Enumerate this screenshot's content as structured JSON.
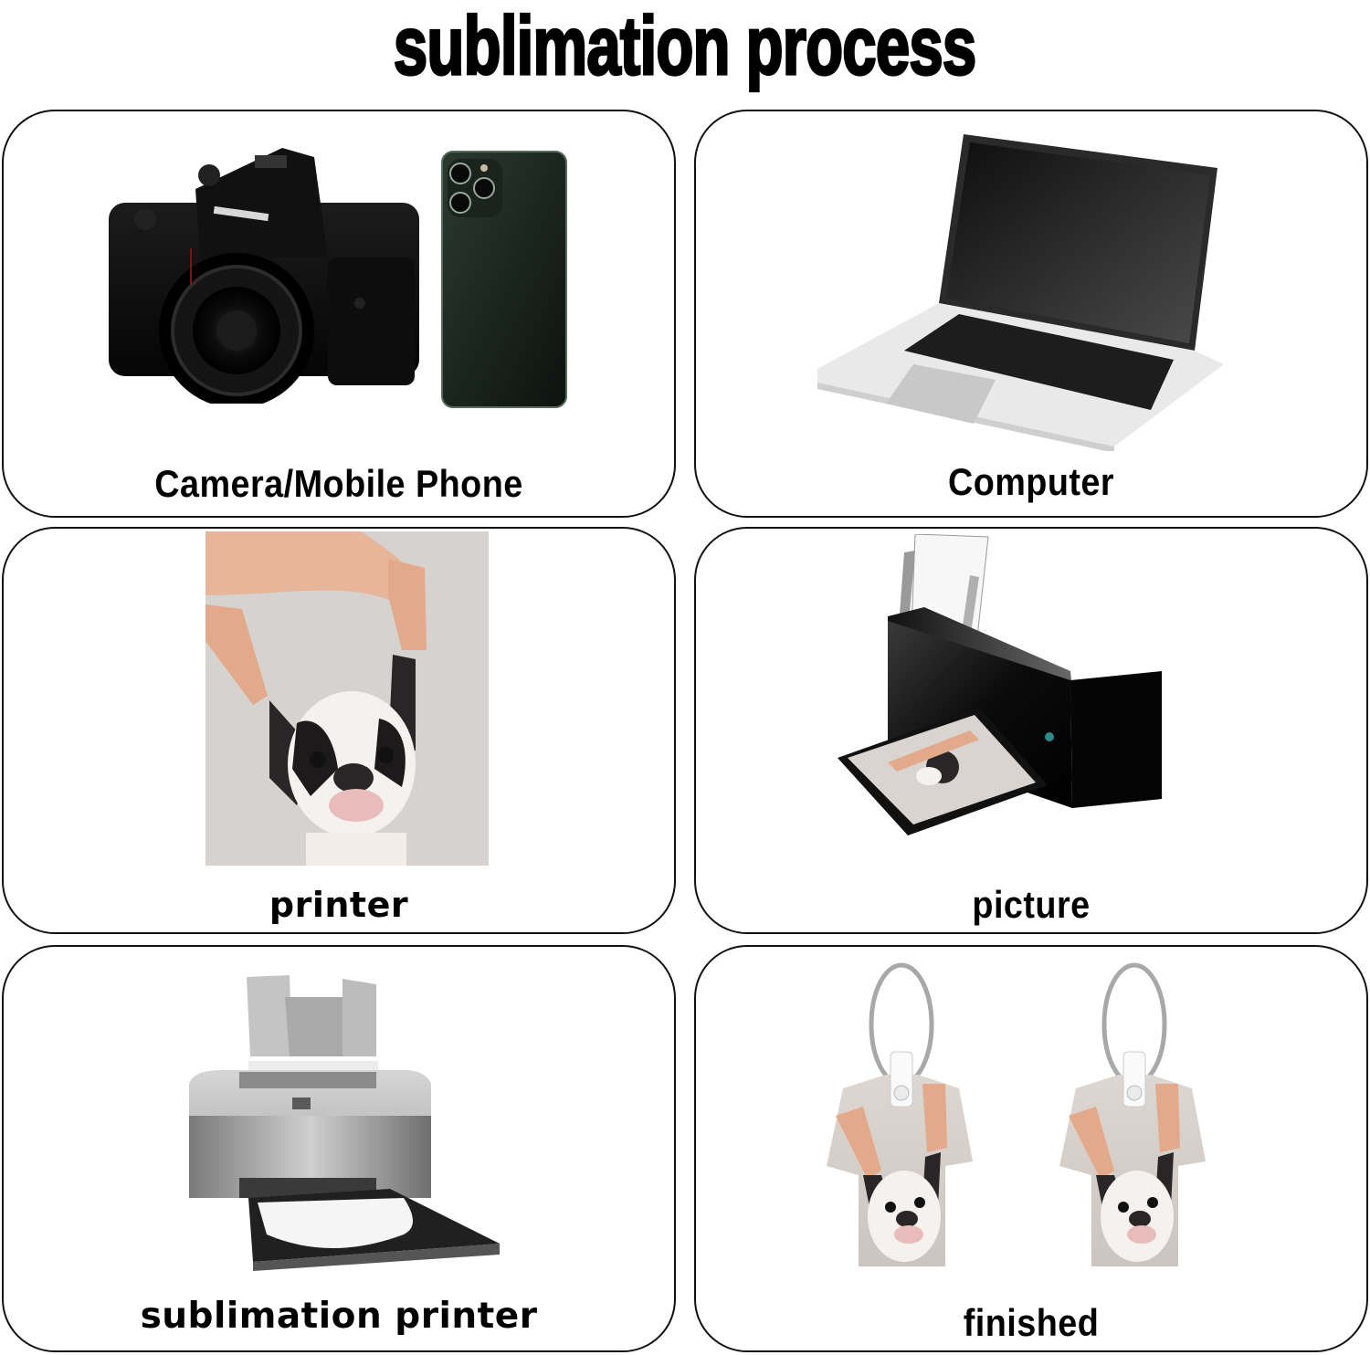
{
  "title": "sublimation process",
  "cards": [
    {
      "label": "Camera/Mobile Phone",
      "illustration": "camera-and-phone"
    },
    {
      "label": "Computer",
      "illustration": "laptop"
    },
    {
      "label": "printer",
      "illustration": "dog-photo"
    },
    {
      "label": "picture",
      "illustration": "printer-printing-photo"
    },
    {
      "label": "sublimation printer",
      "illustration": "sublimation-printer"
    },
    {
      "label": "finished",
      "illustration": "tshirt-keychains"
    }
  ],
  "colors": {
    "background": "#ffffff",
    "border": "#111111",
    "text": "#000000"
  }
}
